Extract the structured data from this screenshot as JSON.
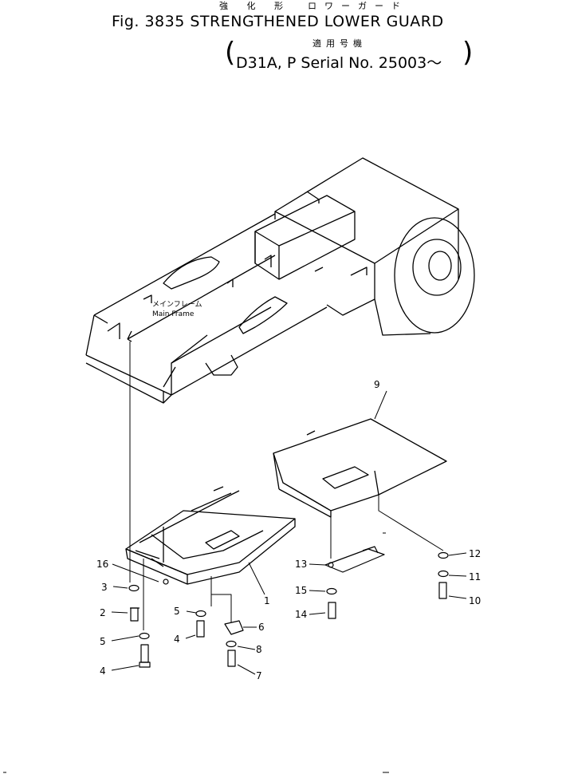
{
  "header": {
    "jp_title": "強 化 形　ロワーガード",
    "title": "Fig. 3835 STRENGTHENED LOWER GUARD",
    "jp_applicable": "適用号機",
    "serial": "D31A, P  Serial No. 25003～",
    "paren_open": "(",
    "paren_close": ")"
  },
  "labels": {
    "main_frame_jp": "メインフレーム",
    "main_frame_en": "Main Frame"
  },
  "callouts": [
    "1",
    "2",
    "3",
    "4",
    "4",
    "5",
    "5",
    "6",
    "7",
    "8",
    "9",
    "10",
    "11",
    "12",
    "13",
    "14",
    "15",
    "16"
  ]
}
